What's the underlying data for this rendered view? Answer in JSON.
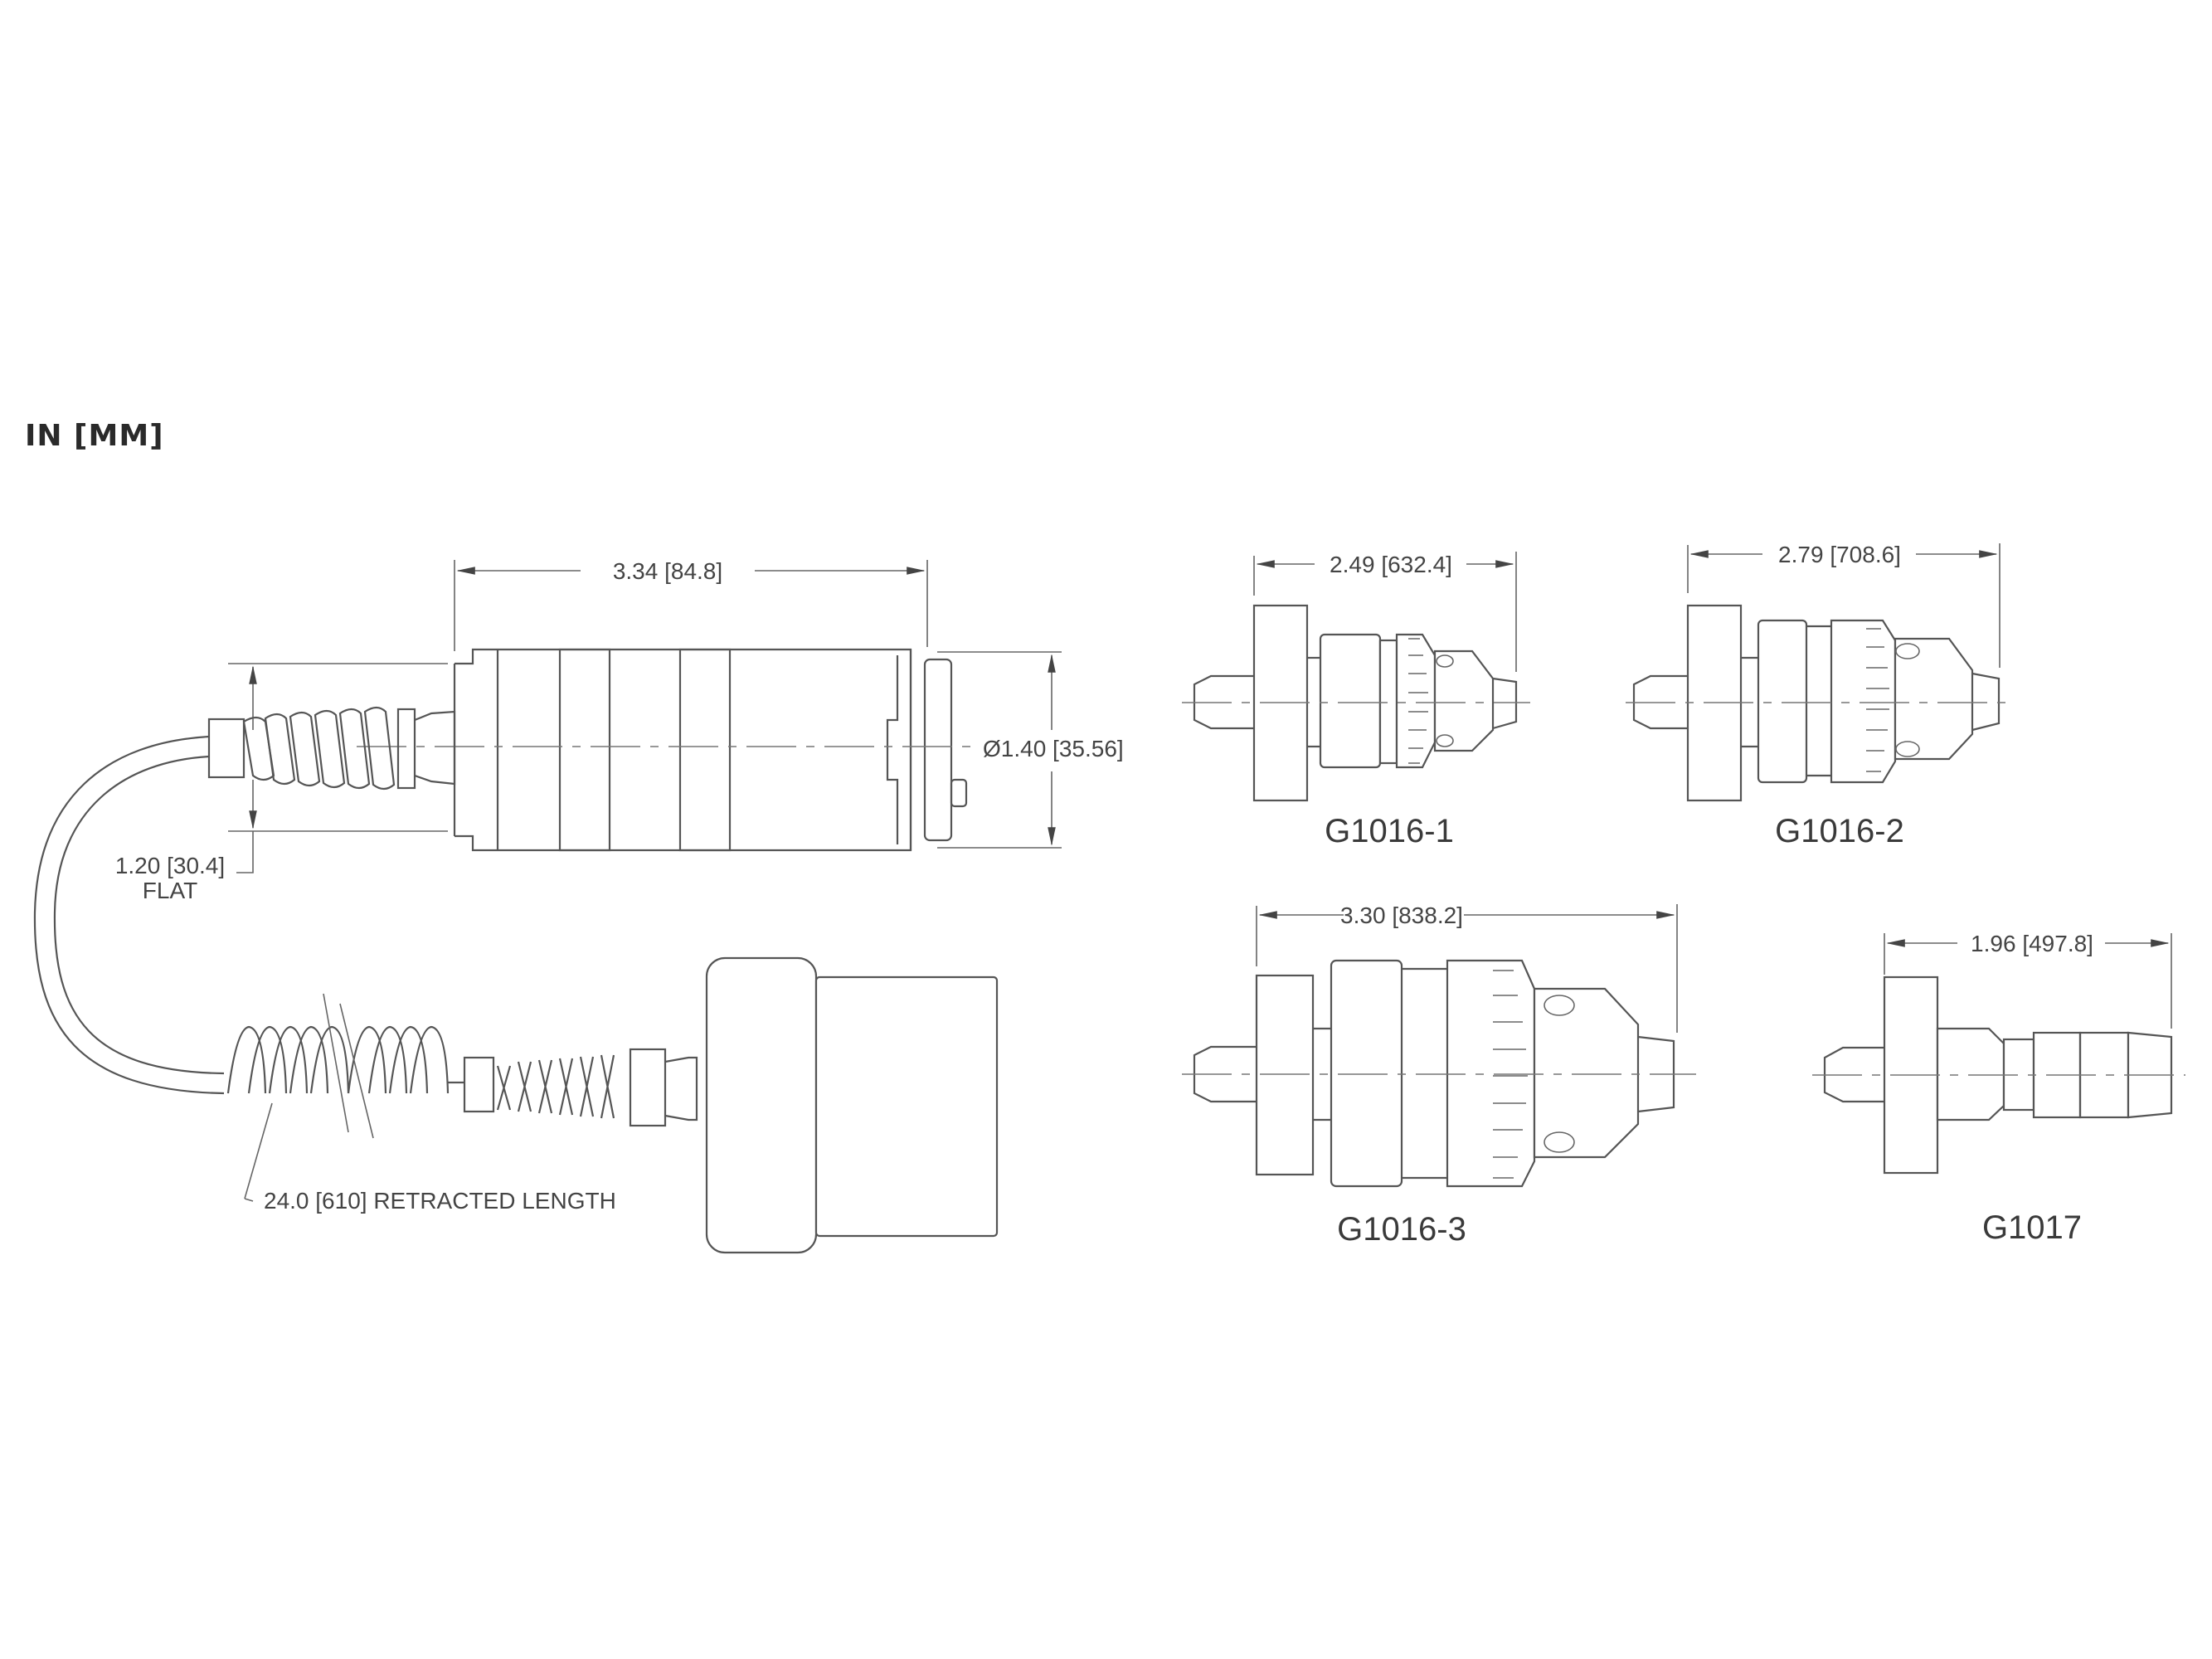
{
  "units_label": "IN [MM]",
  "main_assembly": {
    "length_dim": "3.34 [84.8]",
    "diameter_dim": "Ø1.40 [35.56]",
    "flat_dim": "1.20 [30.4]",
    "flat_label": "FLAT",
    "cable_dim": "24.0 [610] RETRACTED LENGTH"
  },
  "accessories": [
    {
      "id": "G1016-1",
      "dim": "2.49 [632.4]"
    },
    {
      "id": "G1016-2",
      "dim": "2.79 [708.6]"
    },
    {
      "id": "G1016-3",
      "dim": "3.30 [838.2]"
    },
    {
      "id": "G1017",
      "dim": "1.96 [497.8]"
    }
  ],
  "colors": {
    "line": "#555555",
    "text": "#444444"
  }
}
